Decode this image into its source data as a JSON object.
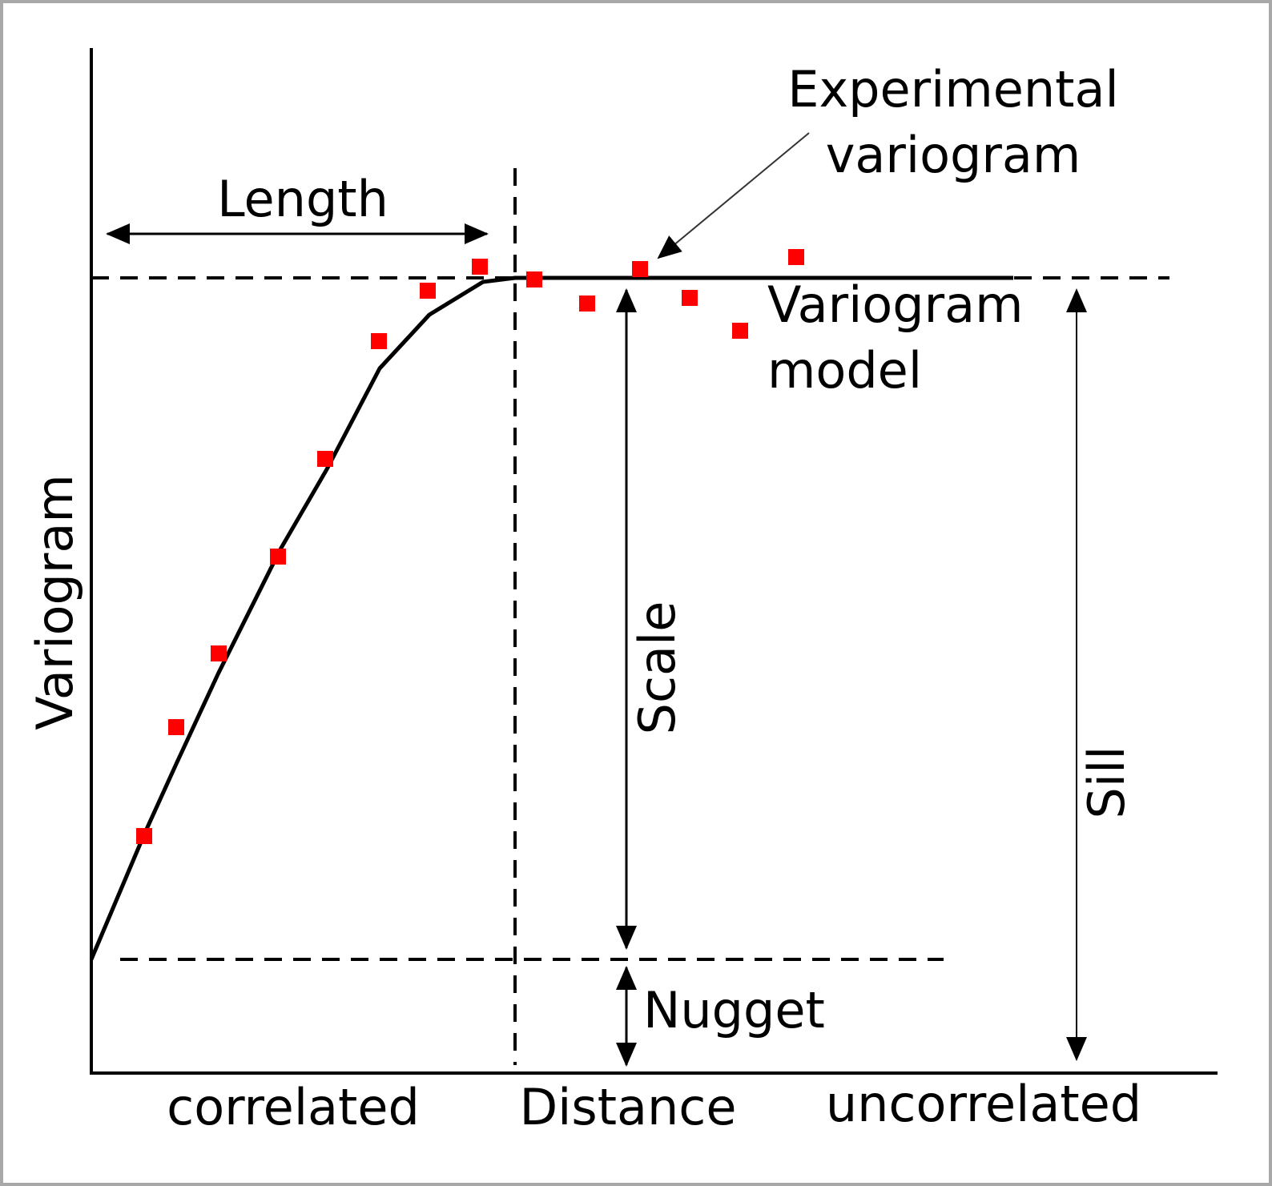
{
  "labels": {
    "y_axis": "Variogram",
    "x_axis_left": "correlated",
    "x_axis_center": "Distance",
    "x_axis_right": "uncorrelated",
    "length": "Length",
    "experimental_line1": "Experimental",
    "experimental_line2": "variogram",
    "model_line1": "Variogram",
    "model_line2": "model",
    "scale": "Scale",
    "sill": "Sill",
    "nugget": "Nugget"
  },
  "colors": {
    "background": "#ffffff",
    "frame": "#a8a8a8",
    "ink": "#000000",
    "experimental_points": "#ff0000",
    "callout_line": "#333333"
  }
}
